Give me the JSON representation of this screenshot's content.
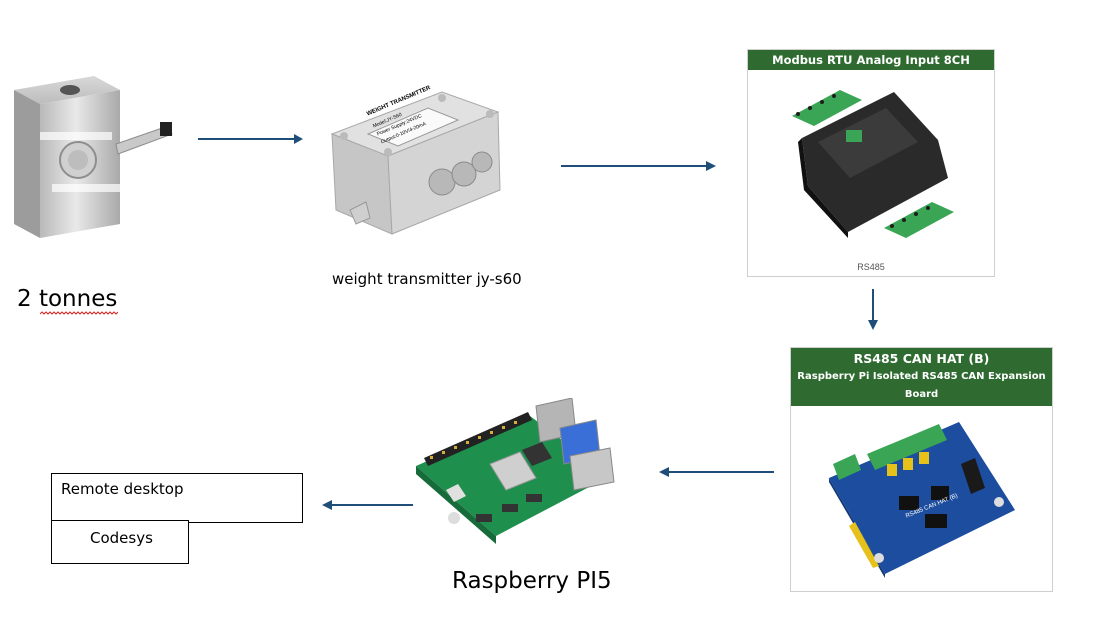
{
  "load_cell": {
    "caption": "2 tonnes"
  },
  "transmitter": {
    "caption": "weight transmitter jy-s60",
    "plate_title": "WEIGHT TRANSMITTER",
    "plate_line1": "Model:JY-S60",
    "plate_line2": "Power Supply:24VDC",
    "plate_line3": "Output:0-10V/4-20mA"
  },
  "modbus": {
    "header": "Modbus RTU Analog Input 8CH",
    "footer": "RS485"
  },
  "hat": {
    "title": "RS485 CAN HAT (B)",
    "subtitle": "Raspberry Pi Isolated RS485 CAN Expansion Board",
    "board_text": "RS485 CAN HAT (B)"
  },
  "pi": {
    "caption": "Raspberry PI5"
  },
  "software": {
    "remote_label": "Remote desktop",
    "codesys_label": "Codesys"
  },
  "colors": {
    "arrow": "#1f4e79",
    "header_green": "#2f6b31",
    "terminal_green": "#3aa655",
    "pcb_blue": "#1c4d9e",
    "pi_green": "#1f8f4e"
  }
}
